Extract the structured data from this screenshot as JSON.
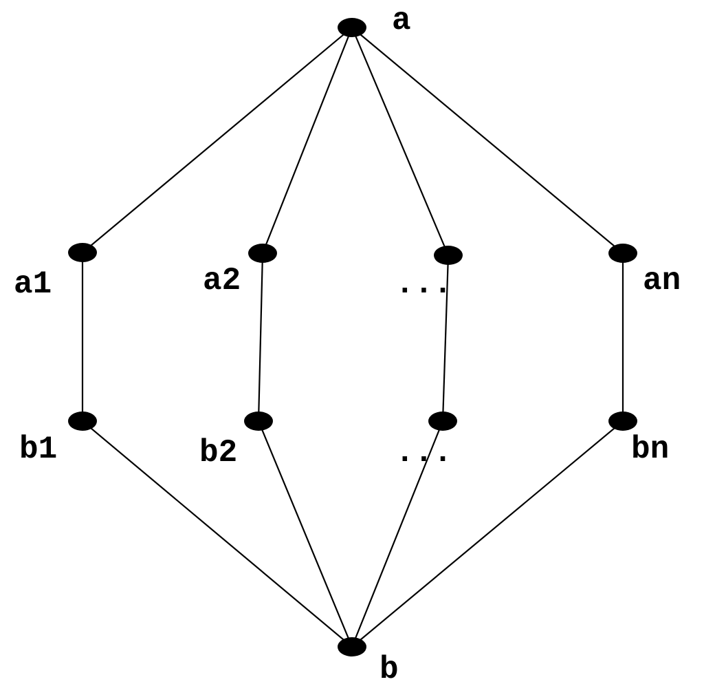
{
  "diagram": {
    "nodes": [
      {
        "id": "a",
        "label": "a"
      },
      {
        "id": "a1",
        "label": "a1"
      },
      {
        "id": "a2",
        "label": "a2"
      },
      {
        "id": "a3",
        "label": "..."
      },
      {
        "id": "an",
        "label": "an"
      },
      {
        "id": "b1",
        "label": "b1"
      },
      {
        "id": "b2",
        "label": "b2"
      },
      {
        "id": "b3",
        "label": "..."
      },
      {
        "id": "bn",
        "label": "bn"
      },
      {
        "id": "b",
        "label": "b"
      }
    ],
    "edges": [
      [
        "a",
        "a1"
      ],
      [
        "a",
        "a2"
      ],
      [
        "a",
        "a3"
      ],
      [
        "a",
        "an"
      ],
      [
        "a1",
        "b1"
      ],
      [
        "a2",
        "b2"
      ],
      [
        "a3",
        "b3"
      ],
      [
        "an",
        "bn"
      ],
      [
        "b1",
        "b"
      ],
      [
        "b2",
        "b"
      ],
      [
        "b3",
        "b"
      ],
      [
        "bn",
        "b"
      ]
    ],
    "colors": {
      "ink": "#000000",
      "background": "#ffffff"
    }
  }
}
